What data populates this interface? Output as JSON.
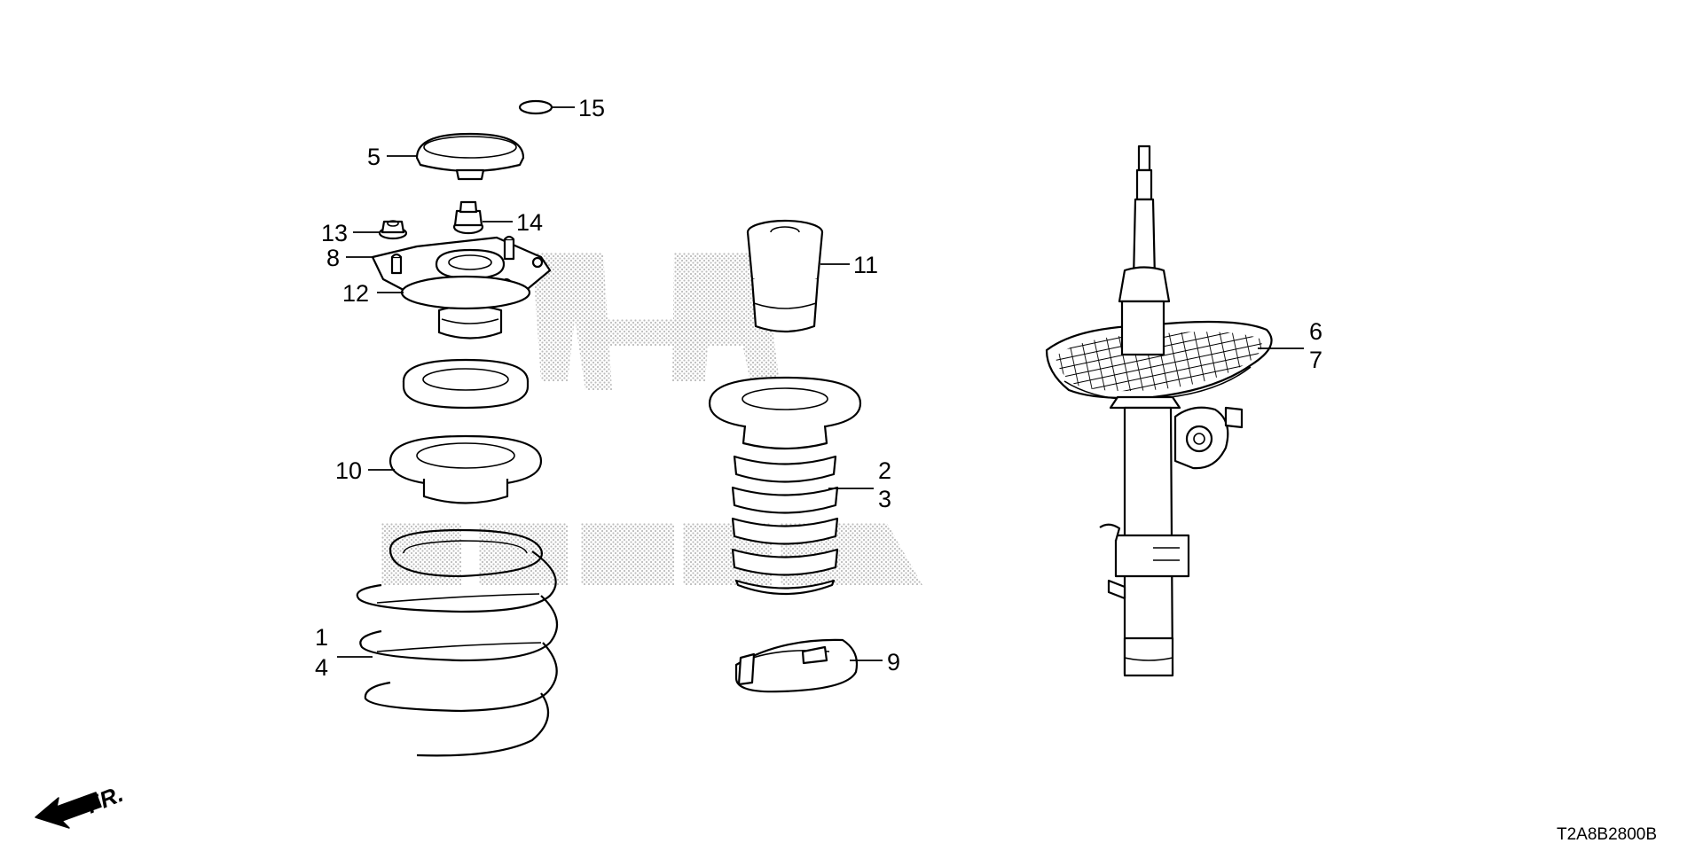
{
  "diagram": {
    "callouts": [
      {
        "id": "c1",
        "text": "1"
      },
      {
        "id": "c2",
        "text": "2"
      },
      {
        "id": "c3",
        "text": "3"
      },
      {
        "id": "c4",
        "text": "4"
      },
      {
        "id": "c5",
        "text": "5"
      },
      {
        "id": "c6",
        "text": "6"
      },
      {
        "id": "c7",
        "text": "7"
      },
      {
        "id": "c8",
        "text": "8"
      },
      {
        "id": "c9",
        "text": "9"
      },
      {
        "id": "c10",
        "text": "10"
      },
      {
        "id": "c11",
        "text": "11"
      },
      {
        "id": "c12",
        "text": "12"
      },
      {
        "id": "c13",
        "text": "13"
      },
      {
        "id": "c14",
        "text": "14"
      },
      {
        "id": "c15",
        "text": "15"
      }
    ],
    "direction_label": "FR.",
    "diagram_code": "T2A8B2800B",
    "watermark_brand": "HONDA"
  },
  "colors": {
    "line": "#000000",
    "background": "#ffffff",
    "watermark": "#bdbdbd"
  }
}
